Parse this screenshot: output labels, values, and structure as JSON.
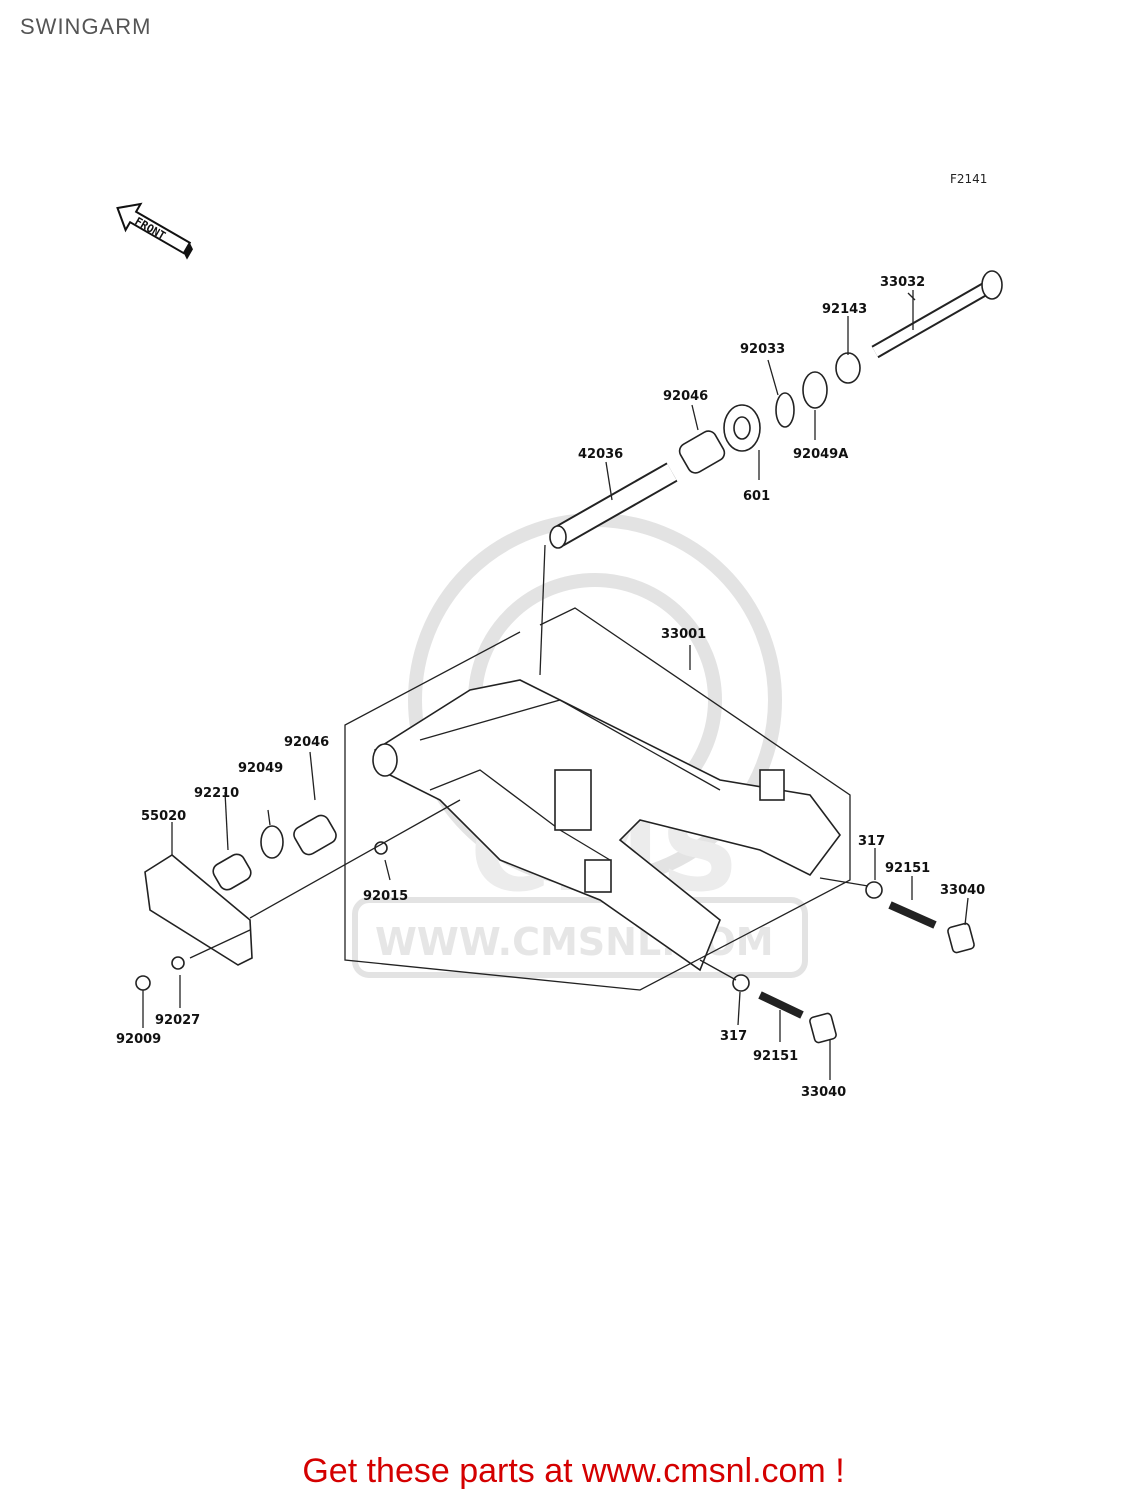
{
  "header": {
    "title": "SWINGARM",
    "figure_code": "F2141"
  },
  "front_arrow": {
    "label": "FRONT"
  },
  "watermark": {
    "brand": "CMS",
    "url": "WWW.CMSNL.COM"
  },
  "parts": {
    "p33032": "33032",
    "p92143": "92143",
    "p92033": "92033",
    "p92046a": "92046",
    "p92049A": "92049A",
    "p601": "601",
    "p42036": "42036",
    "p33001": "33001",
    "p92046b": "92046",
    "p92049": "92049",
    "p92210": "92210",
    "p55020": "55020",
    "p317a": "317",
    "p92151a": "92151",
    "p33040a": "33040",
    "p92015": "92015",
    "p92027": "92027",
    "p92009": "92009",
    "p317b": "317",
    "p92151b": "92151",
    "p33040b": "33040"
  },
  "footer": {
    "cta": "Get these parts at www.cmsnl.com !"
  }
}
